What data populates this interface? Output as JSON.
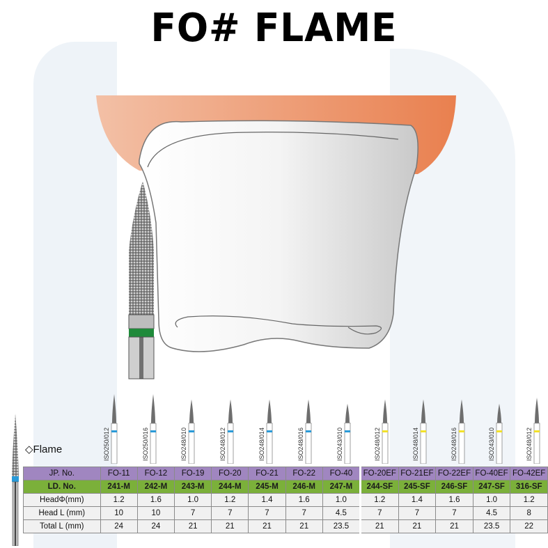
{
  "title": "FO# FLAME",
  "section_label": "◇Flame",
  "colors": {
    "jp_row": "#a086c0",
    "ld_row": "#7bb03a",
    "gum": "#e98a5c",
    "band_blue": "#2a9ad8",
    "band_yellow": "#f2e12a",
    "band_green": "#1f8a3a"
  },
  "table": {
    "row_labels": [
      "JP. No.",
      "LD. No.",
      "HeadΦ(mm)",
      "Head L (mm)",
      "Total L (mm)"
    ],
    "columns": [
      {
        "iso": "ISO250/012",
        "jp": "FO-11",
        "ld": "241-M",
        "head_d": "1.2",
        "head_l": "10",
        "total_l": "24",
        "band": "blue"
      },
      {
        "iso": "ISO250/016",
        "jp": "FO-12",
        "ld": "242-M",
        "head_d": "1.6",
        "head_l": "10",
        "total_l": "24",
        "band": "blue"
      },
      {
        "iso": "ISO248/010",
        "jp": "FO-19",
        "ld": "243-M",
        "head_d": "1.0",
        "head_l": "7",
        "total_l": "21",
        "band": "blue"
      },
      {
        "iso": "ISO248/012",
        "jp": "FO-20",
        "ld": "244-M",
        "head_d": "1.2",
        "head_l": "7",
        "total_l": "21",
        "band": "blue"
      },
      {
        "iso": "ISO248/014",
        "jp": "FO-21",
        "ld": "245-M",
        "head_d": "1.4",
        "head_l": "7",
        "total_l": "21",
        "band": "blue"
      },
      {
        "iso": "ISO248/016",
        "jp": "FO-22",
        "ld": "246-M",
        "head_d": "1.6",
        "head_l": "7",
        "total_l": "21",
        "band": "blue"
      },
      {
        "iso": "ISO243/010",
        "jp": "FO-40",
        "ld": "247-M",
        "head_d": "1.0",
        "head_l": "4.5",
        "total_l": "23.5",
        "band": "blue"
      },
      {
        "iso": "ISO248/012",
        "jp": "FO-20EF",
        "ld": "244-SF",
        "head_d": "1.2",
        "head_l": "7",
        "total_l": "21",
        "band": "yellow"
      },
      {
        "iso": "ISO248/014",
        "jp": "FO-21EF",
        "ld": "245-SF",
        "head_d": "1.4",
        "head_l": "7",
        "total_l": "21",
        "band": "yellow"
      },
      {
        "iso": "ISO248/016",
        "jp": "FO-22EF",
        "ld": "246-SF",
        "head_d": "1.6",
        "head_l": "7",
        "total_l": "21",
        "band": "yellow"
      },
      {
        "iso": "ISO243/010",
        "jp": "FO-40EF",
        "ld": "247-SF",
        "head_d": "1.0",
        "head_l": "4.5",
        "total_l": "23.5",
        "band": "yellow"
      },
      {
        "iso": "ISO248/012",
        "jp": "FO-42EF",
        "ld": "316-SF",
        "head_d": "1.2",
        "head_l": "8",
        "total_l": "22",
        "band": "yellow"
      }
    ]
  }
}
